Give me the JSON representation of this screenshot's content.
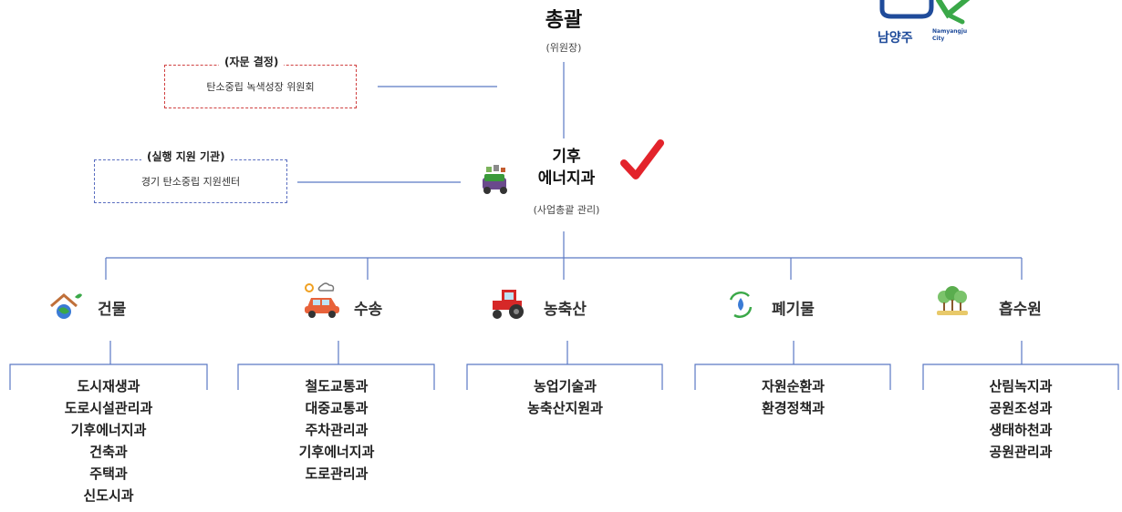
{
  "top": {
    "title": "총괄",
    "subtitle": "(위원장)"
  },
  "advisory": {
    "label": "(자문 결정)",
    "body": "탄소중립 녹색성장 위원회"
  },
  "support": {
    "label": "(실행 지원 기관)",
    "body": "경기 탄소중립 지원센터"
  },
  "climate_dept": {
    "line1": "기후",
    "line2": "에너지과",
    "subtitle": "(사업총괄 관리)"
  },
  "logo": {
    "name": "남양주",
    "english": [
      "Namyangju",
      "City"
    ]
  },
  "colors": {
    "connector": "#5b79c4",
    "advisory_border": "#d04040",
    "support_border": "#5a6ec0",
    "check": "#e3232b"
  },
  "sectors": [
    {
      "name": "건물",
      "icon": "house-leaf-icon",
      "departments": [
        "도시재생과",
        "도로시설관리과",
        "기후에너지과",
        "건축과",
        "주택과",
        "신도시과"
      ]
    },
    {
      "name": "수송",
      "icon": "car-icon",
      "departments": [
        "철도교통과",
        "대중교통과",
        "주차관리과",
        "기후에너지과",
        "도로관리과"
      ]
    },
    {
      "name": "농축산",
      "icon": "tractor-icon",
      "departments": [
        "농업기술과",
        "농축산지원과"
      ]
    },
    {
      "name": "폐기물",
      "icon": "recycle-drop-icon",
      "departments": [
        "자원순환과",
        "환경정책과"
      ]
    },
    {
      "name": "흡수원",
      "icon": "trees-icon",
      "departments": [
        "산림녹지과",
        "공원조성과",
        "생태하천과",
        "공원관리과"
      ]
    }
  ]
}
